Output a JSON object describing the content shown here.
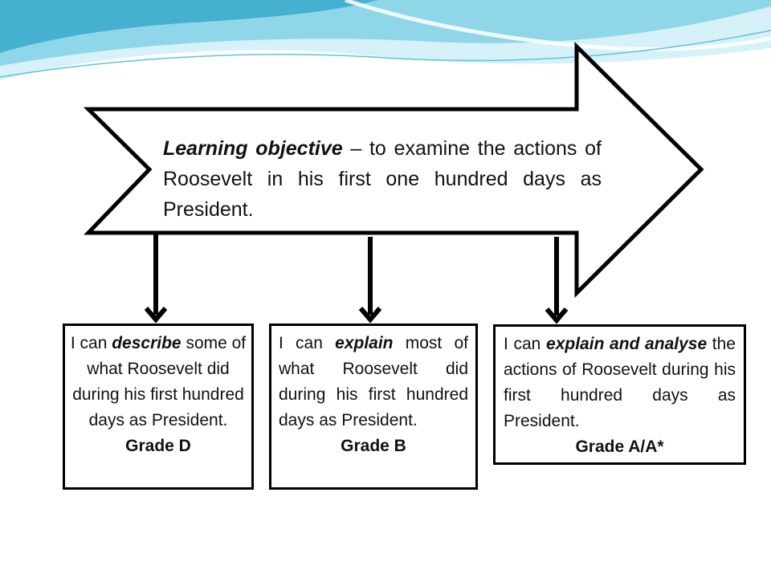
{
  "objective": {
    "lead": "Learning objective",
    "rest": " – to examine the actions of Roosevelt in his first one hundred days as President."
  },
  "outcomes": [
    {
      "pre": "I can ",
      "emphasis": "describe",
      "post": " some of what Roosevelt did during his first hundred days as President.",
      "grade": "Grade D"
    },
    {
      "pre": "I can ",
      "emphasis": "explain",
      "post": " most of what Roosevelt did during his first hundred days as President.",
      "grade": "Grade B"
    },
    {
      "pre": "I can ",
      "emphasis": "explain and analyse",
      "post": " the actions of Roosevelt during his first hundred days as President.",
      "grade": "Grade A/A*"
    }
  ],
  "colors": {
    "outline": "#000000",
    "wave_light": "#cdeef6",
    "wave_mid": "#7fd0e3",
    "wave_deep": "#3aa6c8"
  }
}
